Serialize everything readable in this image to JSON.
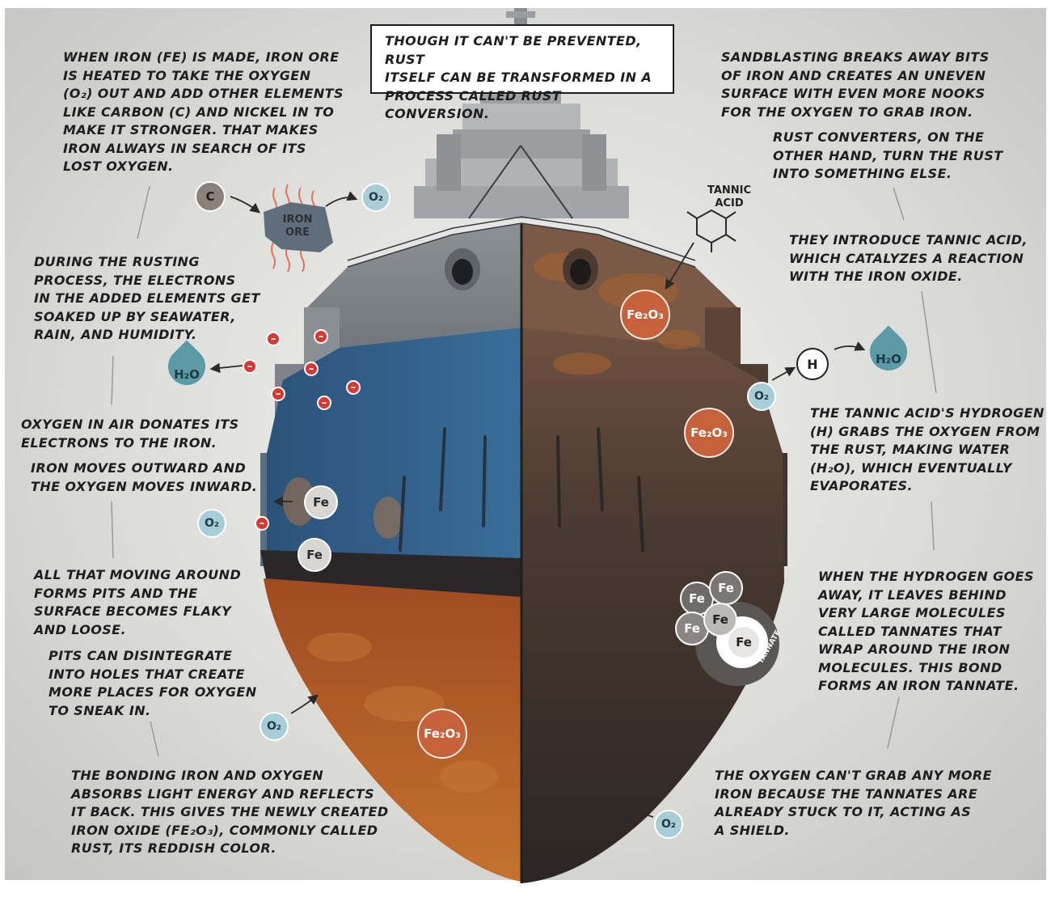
{
  "intro_text": "Though it can't be prevented, rust\nitself can be transformed in a\nprocess called rust conversion.",
  "left_captions": {
    "iron_made": "When iron (Fe) is made, iron ore\nis heated to take the oxygen\n(O₂) out and add other elements\nlike carbon (C) and nickel in to\nmake it stronger. That makes\niron always in search of its\nlost oxygen.",
    "rusting_process": "During the rusting\nprocess, the electrons\nin the added elements get\nsoaked up by seawater,\nrain, and humidity.",
    "oxygen_donates": "Oxygen in air donates its\nelectrons to the iron.",
    "iron_moves": "Iron moves outward and\nthe oxygen moves inward.",
    "pits_form": "All that moving around\nforms pits and the\nsurface becomes flaky\nand loose.",
    "pits_disintegrate": "Pits can disintegrate\ninto holes that create\nmore places for oxygen\nto sneak in.",
    "bonding_color": "The bonding iron and oxygen\nabsorbs light energy and reflects\nit back. This gives the newly created\niron oxide (Fe₂O₃), commonly called\nrust, its reddish color."
  },
  "right_captions": {
    "sandblasting": "Sandblasting breaks away bits\nof iron and creates an uneven\nsurface with even more nooks\nfor the oxygen to grab iron.",
    "converters": "Rust converters, on the\nother hand, turn the rust\ninto something else.",
    "tannic_intro": "They introduce tannic acid,\nwhich catalyzes a reaction\nwith the iron oxide.",
    "hydrogen_grabs": "The tannic acid's hydrogen\n(H) grabs the oxygen from\nthe rust, making water\n(H₂O), which eventually\nevaporates.",
    "hydrogen_leaves": "When the hydrogen goes\naway, it leaves behind\nvery large molecules\ncalled tannates that\nwrap around the iron\nmolecules. This bond\nforms an iron tannate.",
    "shield": "The oxygen can't grab any more\niron because the tannates are\nalready stuck to it, acting as\na shield."
  },
  "labels": {
    "carbon": "C",
    "iron_ore": "Iron\nOre",
    "oxygen": "O₂",
    "water": "H₂O",
    "iron": "Fe",
    "iron_oxide": "Fe₂O₃",
    "hydrogen": "H",
    "tannic_acid": "Tannic\nAcid",
    "tannate": "TANNATE",
    "electron": "–"
  },
  "colors": {
    "oxygen_bubble": "#a6cdd8",
    "iron_bubble": "#d8d6d4",
    "rust_bubble": "#c6623b",
    "electron": "#d43a32",
    "water_droplet": "#5b9aa6",
    "hull_blue": "#2f5d86",
    "hull_rust": "#b35a2a",
    "hull_gray": "#8d9094"
  }
}
